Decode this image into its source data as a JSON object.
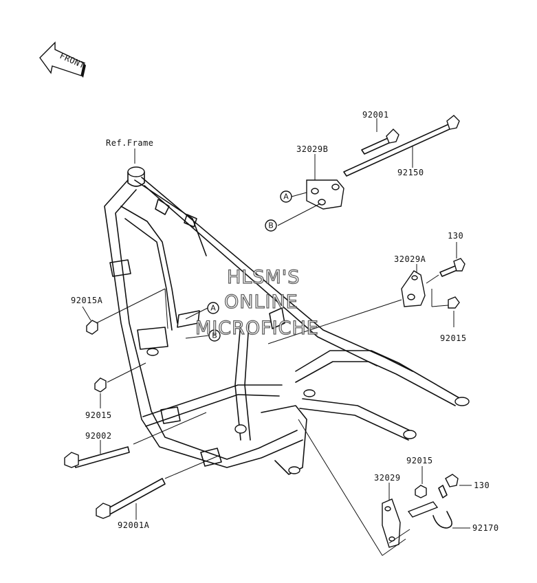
{
  "front_arrow": {
    "label": "FRONT"
  },
  "ref_frame": {
    "label": "Ref.Frame"
  },
  "parts": {
    "p92001": "92001",
    "p32029B": "32029B",
    "p92150": "92150",
    "p130_top": "130",
    "p32029A": "32029A",
    "p92015_right": "92015",
    "p92015A": "92015A",
    "p92015_left": "92015",
    "p92002": "92002",
    "p92001A": "92001A",
    "p32029": "32029",
    "p92015_bottom": "92015",
    "p130_bottom": "130",
    "p92170": "92170"
  },
  "callouts": {
    "a_upper": "A",
    "b_upper": "B",
    "a_frame": "A",
    "b_frame": "B"
  },
  "watermark": {
    "line1": "HLSM'S",
    "line2": "ONLINE",
    "line3": "MICROFICHE"
  }
}
